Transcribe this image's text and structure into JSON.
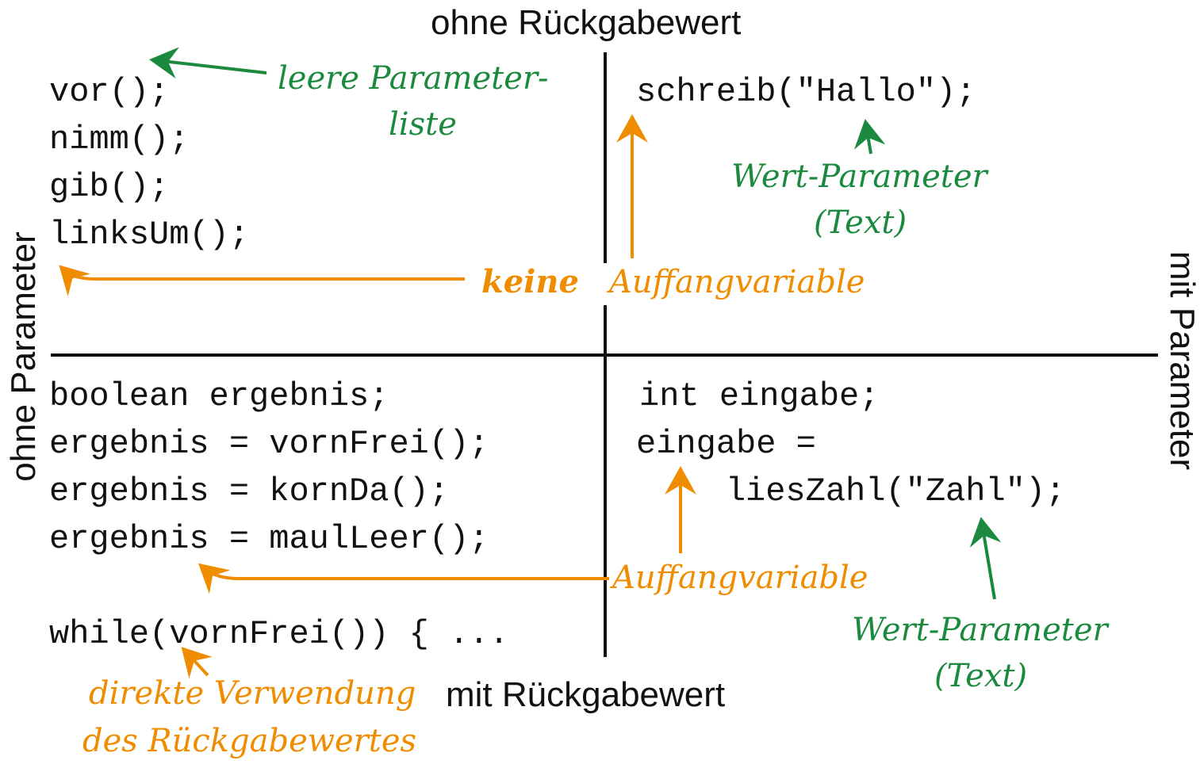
{
  "axes": {
    "top": "ohne Rückgabewert",
    "bottom": "mit Rückgabewert",
    "left": "ohne Parameter",
    "right": "mit Parameter"
  },
  "quadrants": {
    "top_left": {
      "lines": [
        "vor();",
        "nimm();",
        "gib();",
        "linksUm();"
      ]
    },
    "top_right": {
      "lines": [
        "schreib(\"Hallo\");"
      ]
    },
    "bottom_left": {
      "lines": [
        "boolean ergebnis;",
        "ergebnis = vornFrei();",
        "ergebnis = kornDa();",
        "ergebnis = maulLeer();"
      ],
      "while_line": "while(vornFrei()) { ..."
    },
    "bottom_right": {
      "lines": [
        "int eingabe;",
        "eingabe =",
        "    liesZahl(\"Zahl\");"
      ]
    }
  },
  "annotations": {
    "leere_parameterliste": [
      "leere Parameter-",
      "liste"
    ],
    "wert_parameter_top": [
      "Wert-Parameter",
      "(Text)"
    ],
    "keine": "keine",
    "auffangvariable_top": "Auffangvariable",
    "auffangvariable_bottom": "Auffangvariable",
    "wert_parameter_bottom": [
      "Wert-Parameter",
      "(Text)"
    ],
    "direkte_verwendung": [
      "direkte Verwendung",
      "des Rückgabewertes"
    ]
  },
  "colors": {
    "green": "#1b8a3e",
    "orange": "#f08c00",
    "axis": "#111111"
  }
}
